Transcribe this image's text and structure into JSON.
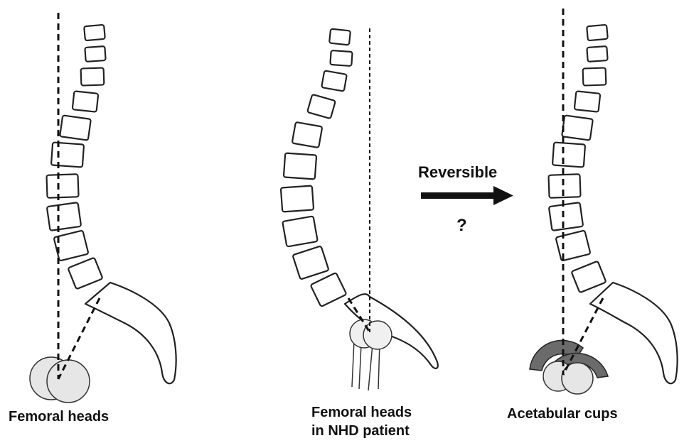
{
  "panels": [
    {
      "id": "normal",
      "label": "Femoral heads"
    },
    {
      "id": "nhd",
      "label_line1": "Femoral heads",
      "label_line2": "in NHD patient"
    },
    {
      "id": "cups",
      "label": "Acetabular cups"
    }
  ],
  "arrow": {
    "label": "Reversible",
    "question": "?"
  },
  "colors": {
    "line": "#111111",
    "femoral_head_fill": "#e6e6e6",
    "cup_fill": "#6b6b6b",
    "vertebra_fill": "#ffffff"
  }
}
